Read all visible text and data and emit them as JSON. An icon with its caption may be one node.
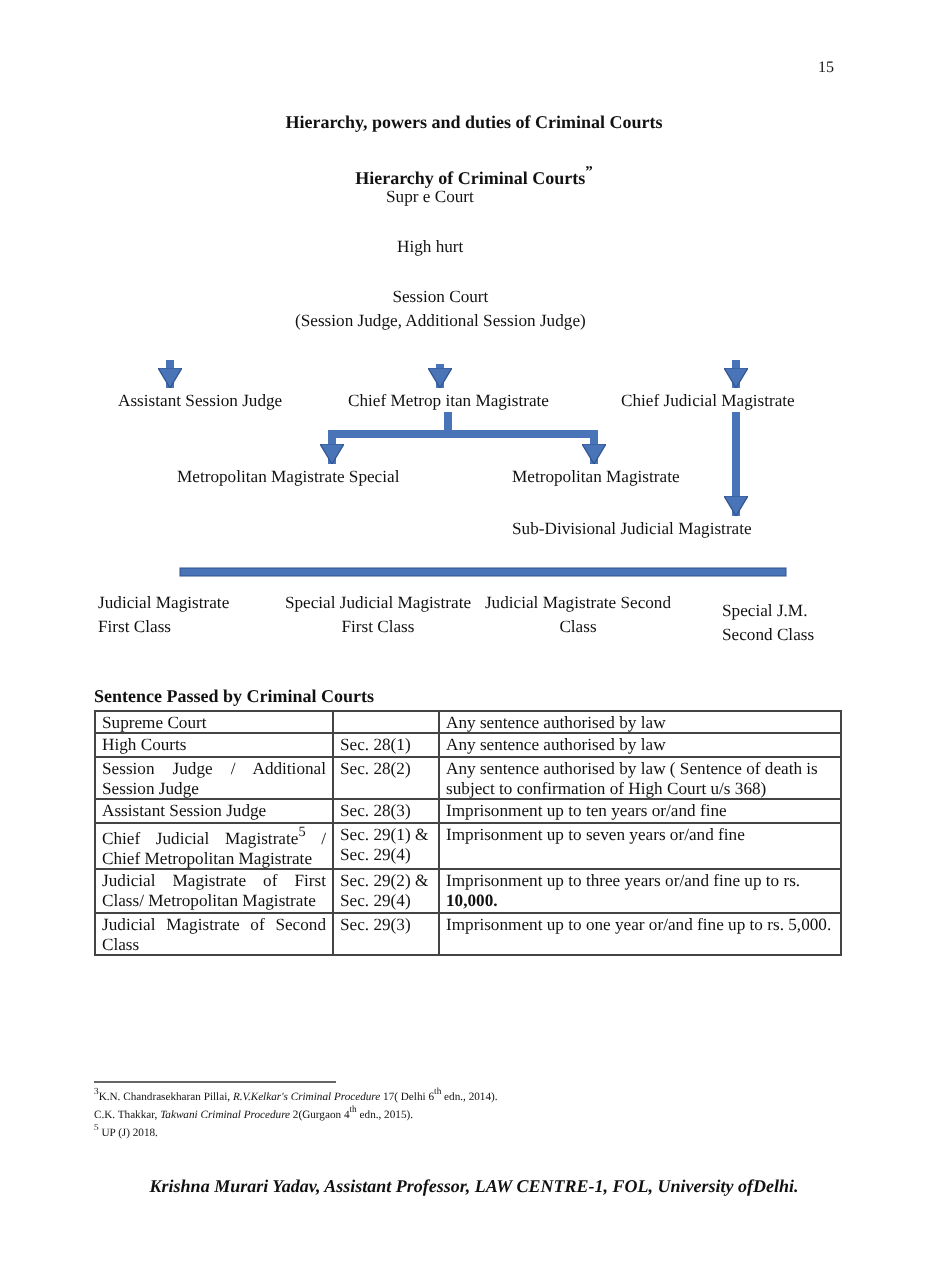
{
  "diagram": {
    "title": "Hierarchy, powers and duties of Criminal Courts",
    "nodes": [
      {
        "text": [
          "Supr e Court"
        ]
      },
      {
        "text": [
          "High hurt"
        ]
      },
      {
        "text": [
          "Session Court",
          "(Session Judge, Additional Session Judge)"
        ]
      },
      {
        "text": [
          "Assistant Session Judge"
        ]
      },
      {
        "text": [
          "Chief Metrop itan Magistrate"
        ]
      },
      {
        "text": [
          "Chief Judicial Magistrate"
        ]
      },
      {
        "text": [
          "Metropolitan Magistrate Special"
        ]
      },
      {
        "text": [
          "Metropolitan Magistrate"
        ]
      },
      {
        "text": [
          "Sub-Divisional Judicial Magistrate"
        ]
      },
      {
        "text": [
          "Judicial Magistrate First Class"
        ]
      },
      {
        "text": [
          "Special Judicial Magistrate First Class"
        ]
      },
      {
        "text": [
          "Judicial Magistrate Second Class"
        ]
      },
      {
        "text": [
          "Special J.M. Second Class"
        ]
      }
    ],
    "edges": [
      {
        "from": null,
        "to": 3,
        "arrow": "to"
      },
      {
        "from": null,
        "to": 4,
        "arrow": "to"
      },
      {
        "from": null,
        "to": 5,
        "arrow": "to"
      },
      {
        "from": 4,
        "to": 6,
        "arrow": "to"
      },
      {
        "from": 4,
        "to": 7,
        "arrow": "to"
      },
      {
        "from": 5,
        "to": 8,
        "arrow": "to"
      }
    ],
    "labels": [
      "15",
      "Hierarchy of Criminal Courts$^{”}$",
      "Sentence Passed by Criminal Courts",
      "Supreme Court",
      "Any sentence authorised by law",
      "High Courts",
      "Sec. 28(1)",
      "Any sentence authorised by law",
      "Session Judge / Additional Session Judge",
      "Sec. 28(2)",
      "Any sentence authorised by law ( Sentence of death is subject to confirmation of High Court u/s 368)",
      "Assistant Session Judge",
      "Sec. 28(3)",
      "Imprisonment up to ten years or/and fine",
      "Chief Judicial Magistrate$^{5}$ / Chief Metropolitan Magistrate",
      "Sec. 29(1) & Sec. 29(4)",
      "Imprisonment up to seven years or/and fine",
      "Judicial Magistrate of First Class/ Metropolitan Magistrate",
      "Sec. 29(2) & Sec. 29(4)",
      "Imprisonment up to three years or/and fine up to rs. **10,000.**",
      "Judicial Magistrate of Second Class",
      "Sec. 29(3)",
      "Imprisonment up to one year or/and fine up to rs. 5,000.",
      "$^{3}$K.N. Chandrasekharan Pillai, *R.V.Kelkar's Criminal Procedure* 17( Delhi 6$^{th}$ edn., 2014).",
      "C.K. Thakkar, *Takwani Criminal Procedure* 2(Gurgaon 4$^{th}$ edn., 2015).",
      "$^{5}$ UP (J) 2018.",
      "Krishna Murari Yadav, Assistant Professor, LAW CENTRE-1, FOL, University ofDelhi."
    ]
  }
}
